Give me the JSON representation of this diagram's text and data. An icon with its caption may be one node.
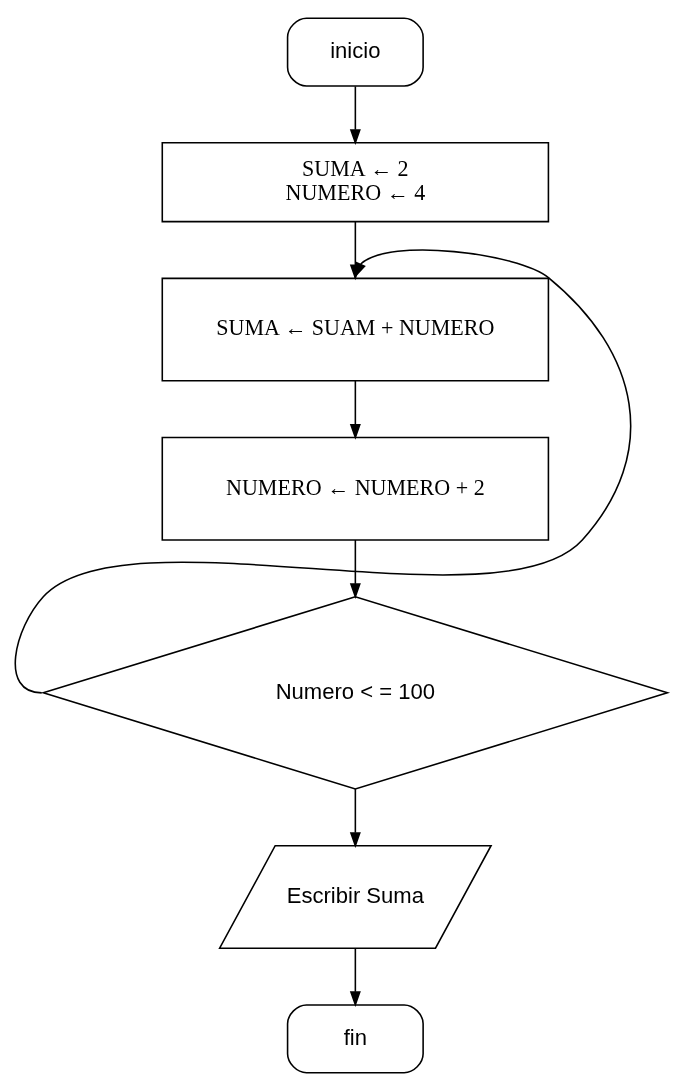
{
  "diagram": {
    "nodes": [
      {
        "text": [
          "inicio"
        ]
      },
      {
        "text": [
          "SUMA ← 2",
          "NUMERO ← 4"
        ]
      },
      {
        "text": [
          "SUMA ← SUAM + NUMERO"
        ]
      },
      {
        "text": [
          "NUMERO ← NUMERO + 2"
        ]
      },
      {
        "text": [
          "Numero < = 100"
        ]
      },
      {
        "text": [
          "Escribir Suma"
        ]
      },
      {
        "text": [
          "fin"
        ]
      }
    ],
    "edges": [
      {
        "from": 0,
        "to": 1,
        "arrow": "to"
      },
      {
        "from": 1,
        "to": 2,
        "arrow": "to"
      },
      {
        "from": 2,
        "to": 3,
        "arrow": "to"
      },
      {
        "from": 3,
        "to": 4,
        "arrow": "to"
      },
      {
        "from": 4,
        "to": 2,
        "arrow": "to"
      },
      {
        "from": 4,
        "to": 5,
        "arrow": "to"
      },
      {
        "from": 5,
        "to": 6,
        "arrow": "to"
      }
    ]
  }
}
